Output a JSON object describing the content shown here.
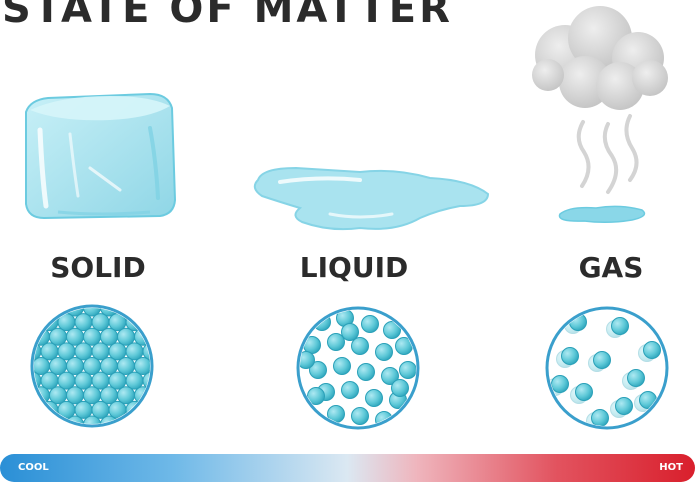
{
  "title": "STATE OF MATTER",
  "states": [
    {
      "label": "SOLID"
    },
    {
      "label": "LIQUID"
    },
    {
      "label": "GAS"
    }
  ],
  "temperature_scale": {
    "low_label": "COOL",
    "high_label": "HOT"
  },
  "colors": {
    "water": "#a8e2ef",
    "particle": "#48c0d2",
    "particle_light": "#8ad8e4",
    "outline": "#3a9fcc",
    "cloud": "#d9d9d9",
    "cool": "#2a8fd6",
    "hot": "#d91f2c"
  },
  "icons": [
    "ice-cube-icon",
    "water-puddle-icon",
    "cloud-icon",
    "steam-icon"
  ]
}
